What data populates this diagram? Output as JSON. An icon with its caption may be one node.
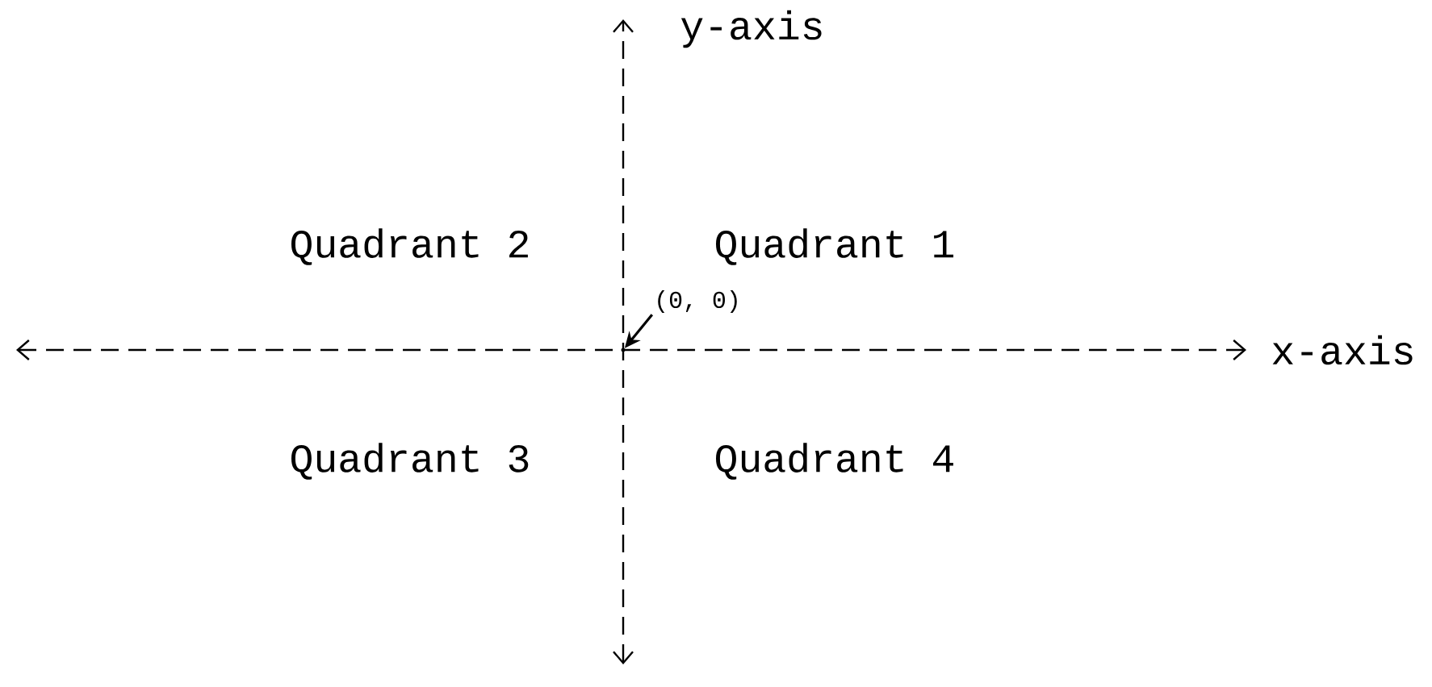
{
  "diagram": {
    "nodes": [
      {
        "text": [
          "(0, 0)"
        ]
      },
      {
        "text": [],
        "shape": "point"
      }
    ],
    "edges": [
      {
        "from": 0,
        "to": 1,
        "arrow": "to"
      }
    ],
    "labels": [
      "y-axis",
      "Quadrant 2",
      "Quadrant 1",
      "x-axis",
      "Quadrant 3",
      "Quadrant 4"
    ]
  }
}
